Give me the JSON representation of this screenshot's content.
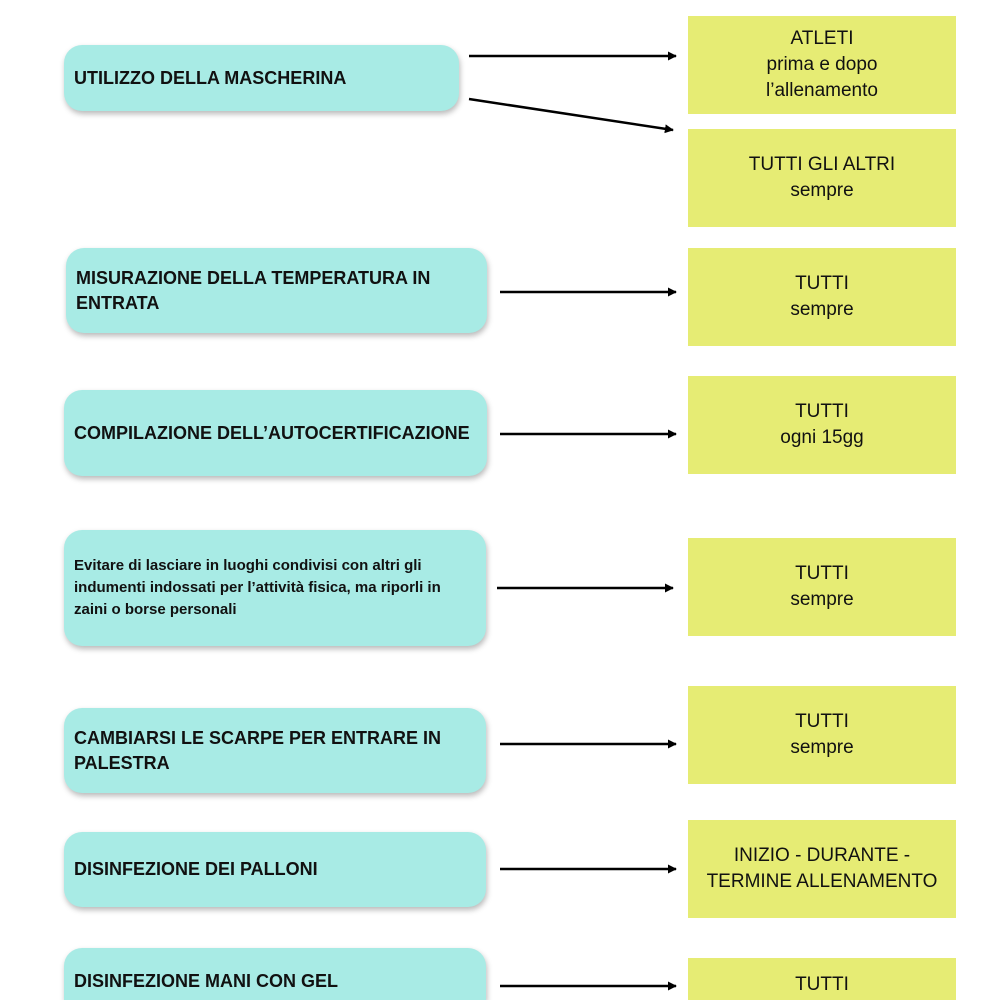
{
  "rows": [
    {
      "rule": "UTILIZZO DELLA MASCHERINA",
      "targets": [
        {
          "line1": "ATLETI",
          "line2": "prima e dopo l’allenamento"
        },
        {
          "line1": "TUTTI GLI ALTRI",
          "line2": "sempre"
        }
      ]
    },
    {
      "rule": "MISURAZIONE DELLA TEMPERATURA IN ENTRATA",
      "targets": [
        {
          "line1": "TUTTI",
          "line2": "sempre"
        }
      ]
    },
    {
      "rule": "COMPILAZIONE DELL’AUTOCERTIFICAZIONE",
      "targets": [
        {
          "line1": "TUTTI",
          "line2": "ogni 15gg"
        }
      ]
    },
    {
      "rule": "Evitare di lasciare in luoghi condivisi con altri gli indumenti indossati per l’attività fisica, ma riporli in zaini o borse personali",
      "targets": [
        {
          "line1": "TUTTI",
          "line2": "sempre"
        }
      ]
    },
    {
      "rule": "CAMBIARSI LE SCARPE PER ENTRARE IN PALESTRA",
      "targets": [
        {
          "line1": "TUTTI",
          "line2": "sempre"
        }
      ]
    },
    {
      "rule": "DISINFEZIONE DEI PALLONI",
      "targets": [
        {
          "line1": "INIZIO - DURANTE - TERMINE ALLENAMENTO",
          "line2": ""
        }
      ]
    },
    {
      "rule": "DISINFEZIONE MANI CON GEL",
      "targets": [
        {
          "line1": "TUTTI",
          "line2": ""
        }
      ]
    }
  ]
}
